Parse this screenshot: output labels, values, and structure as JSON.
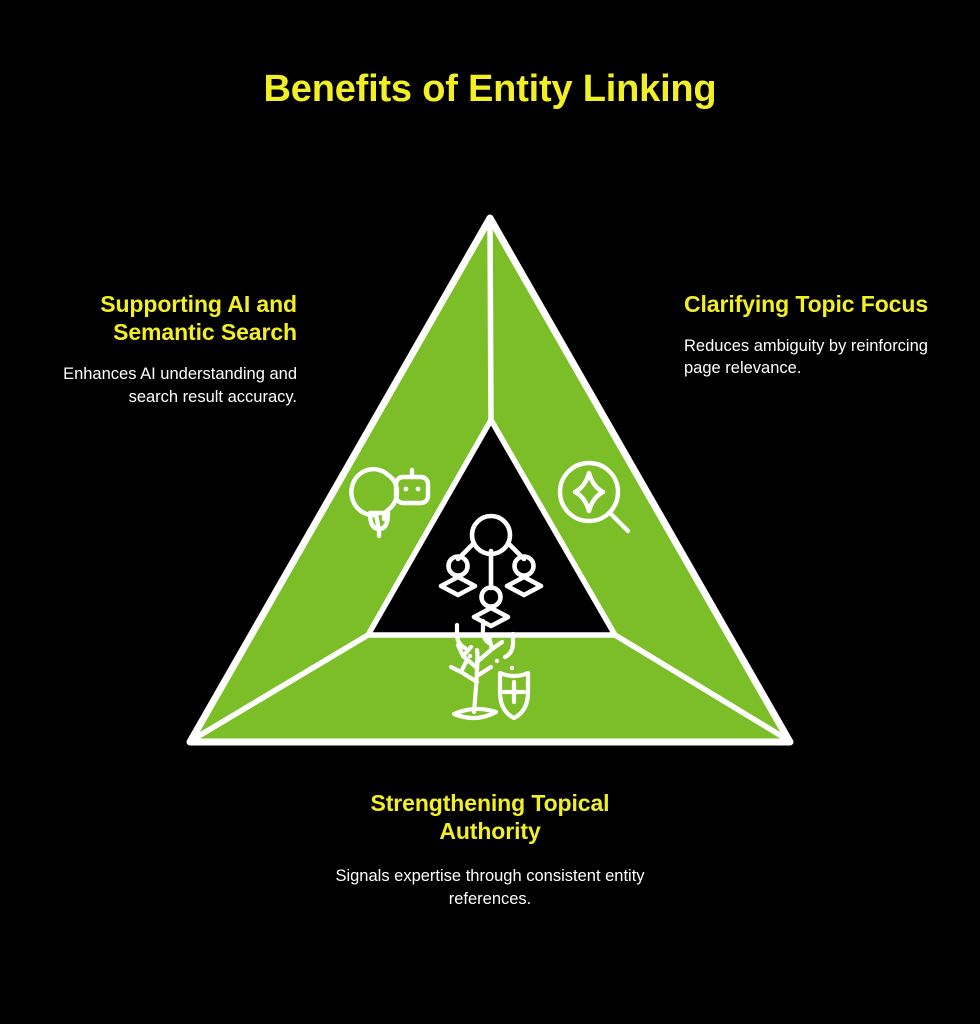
{
  "page": {
    "title": "Benefits of Entity Linking",
    "background_color": "#000000",
    "accent_yellow": "#F2F024",
    "accent_green": "#7CBE28",
    "stroke_white": "#FFFFFF"
  },
  "benefits": [
    {
      "id": "supporting-ai",
      "heading": "Supporting AI and Semantic Search",
      "body": "Enhances AI understanding and search result accuracy.",
      "icon": "lightbulb-robot-icon",
      "position": "left"
    },
    {
      "id": "clarifying-topic",
      "heading": "Clarifying Topic Focus",
      "body": "Reduces ambiguity by reinforcing page relevance.",
      "icon": "magnifier-sparkle-icon",
      "position": "right"
    },
    {
      "id": "topical-authority",
      "heading": "Strengthening Topical Authority",
      "body": "Signals expertise through consistent entity references.",
      "icon": "tree-shield-plus-icon",
      "position": "bottom"
    }
  ],
  "center": {
    "icon": "entity-network-icon"
  }
}
